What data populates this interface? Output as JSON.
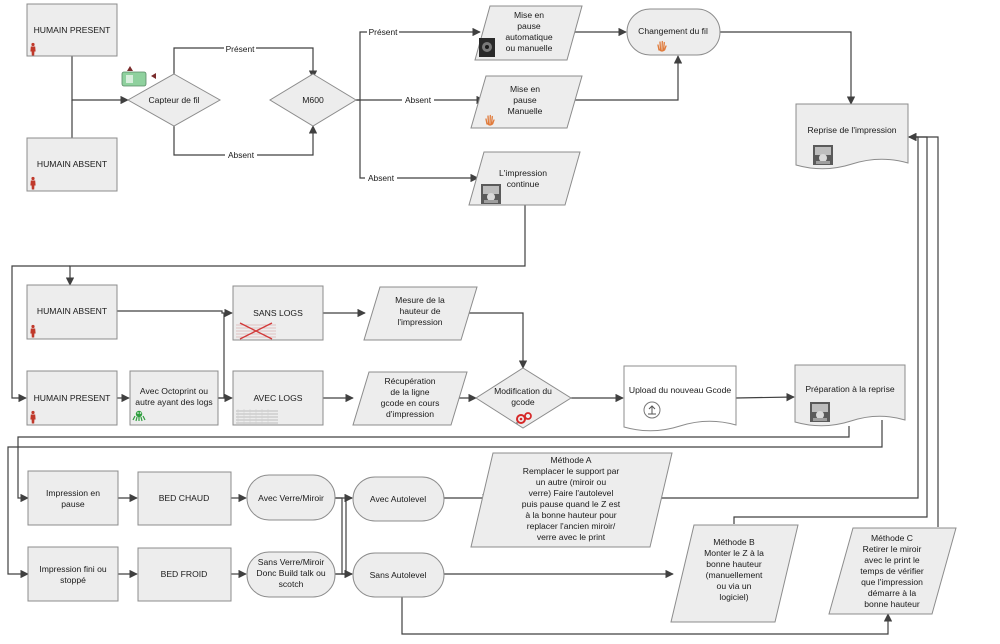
{
  "nodes": {
    "humain_present_top": "HUMAIN PRESENT",
    "humain_absent_top": "HUMAIN ABSENT",
    "capteur": "Capteur de fil",
    "m600": "M600",
    "pause_auto": [
      "Mise en",
      "pause",
      "automatique",
      "ou manuelle"
    ],
    "pause_manuelle": [
      "Mise en",
      "pause",
      "Manuelle"
    ],
    "impression_continue": [
      "L'impression",
      "continue"
    ],
    "changement": "Changement du fil",
    "reprise": "Reprise de l'impression",
    "humain_absent_mid": "HUMAIN ABSENT",
    "humain_present_mid": "HUMAIN PRESENT",
    "octoprint": [
      "Avec Octoprint ou",
      "autre ayant des logs"
    ],
    "sans_logs": "SANS LOGS",
    "avec_logs": "AVEC LOGS",
    "mesure": [
      "Mesure de la",
      "hauteur de",
      "l'impression"
    ],
    "recuperation": [
      "Récupération",
      "de la ligne",
      "gcode en cours",
      "d'impression"
    ],
    "modification": [
      "Modification du",
      "gcode"
    ],
    "upload": "Upload du nouveau Gcode",
    "preparation": "Préparation à la reprise",
    "impression_pause": [
      "Impression en",
      "pause"
    ],
    "impression_fini": [
      "Impression fini ou",
      "stoppé"
    ],
    "bed_chaud": "BED CHAUD",
    "bed_froid": "BED FROID",
    "verre": "Avec Verre/Miroir",
    "sans_verre": [
      "Sans Verre/Miroir",
      "Donc Build talk ou",
      "scotch"
    ],
    "avec_autolevel": "Avec Autolevel",
    "sans_autolevel": "Sans Autolevel",
    "methode_a": [
      "Méthode A",
      "Remplacer le support par",
      "un autre (miroir ou",
      "verre) Faire l'autolevel",
      "puis pause quand le Z est",
      "à la bonne hauteur pour",
      "replacer l'ancien miroir/",
      "verre avec le print"
    ],
    "methode_b": [
      "Méthode B",
      "Monter le Z à la",
      "bonne hauteur",
      "(manuellement",
      "ou via un",
      "logiciel)"
    ],
    "methode_c": [
      "Méthode C",
      "Retirer le miroir",
      "avec le print le",
      "temps de vérifier",
      "que l'impression",
      "démarre à la",
      "bonne hauteur"
    ]
  },
  "edge_labels": {
    "present_capteur": "Présent",
    "absent_capteur": "Absent",
    "present_m600": "Présent",
    "absent_m600_mid": "Absent",
    "absent_m600_low": "Absent"
  },
  "icons": {
    "person": "person-icon",
    "hand": "hand-icon",
    "photo": "photo-thumbnail-icon",
    "sensor": "filament-sensor-icon",
    "gears": "gears-icon",
    "upload": "upload-icon",
    "octoprint": "octoprint-icon",
    "no_logs": "crossed-log-icon",
    "logs": "log-list-icon"
  },
  "colors": {
    "shape_fill": "#ededed",
    "stroke": "#8c8c8c",
    "edge": "#404040",
    "person": "#c0392b",
    "gear": "#d62828",
    "octoprint_green": "#2e9e3e"
  }
}
